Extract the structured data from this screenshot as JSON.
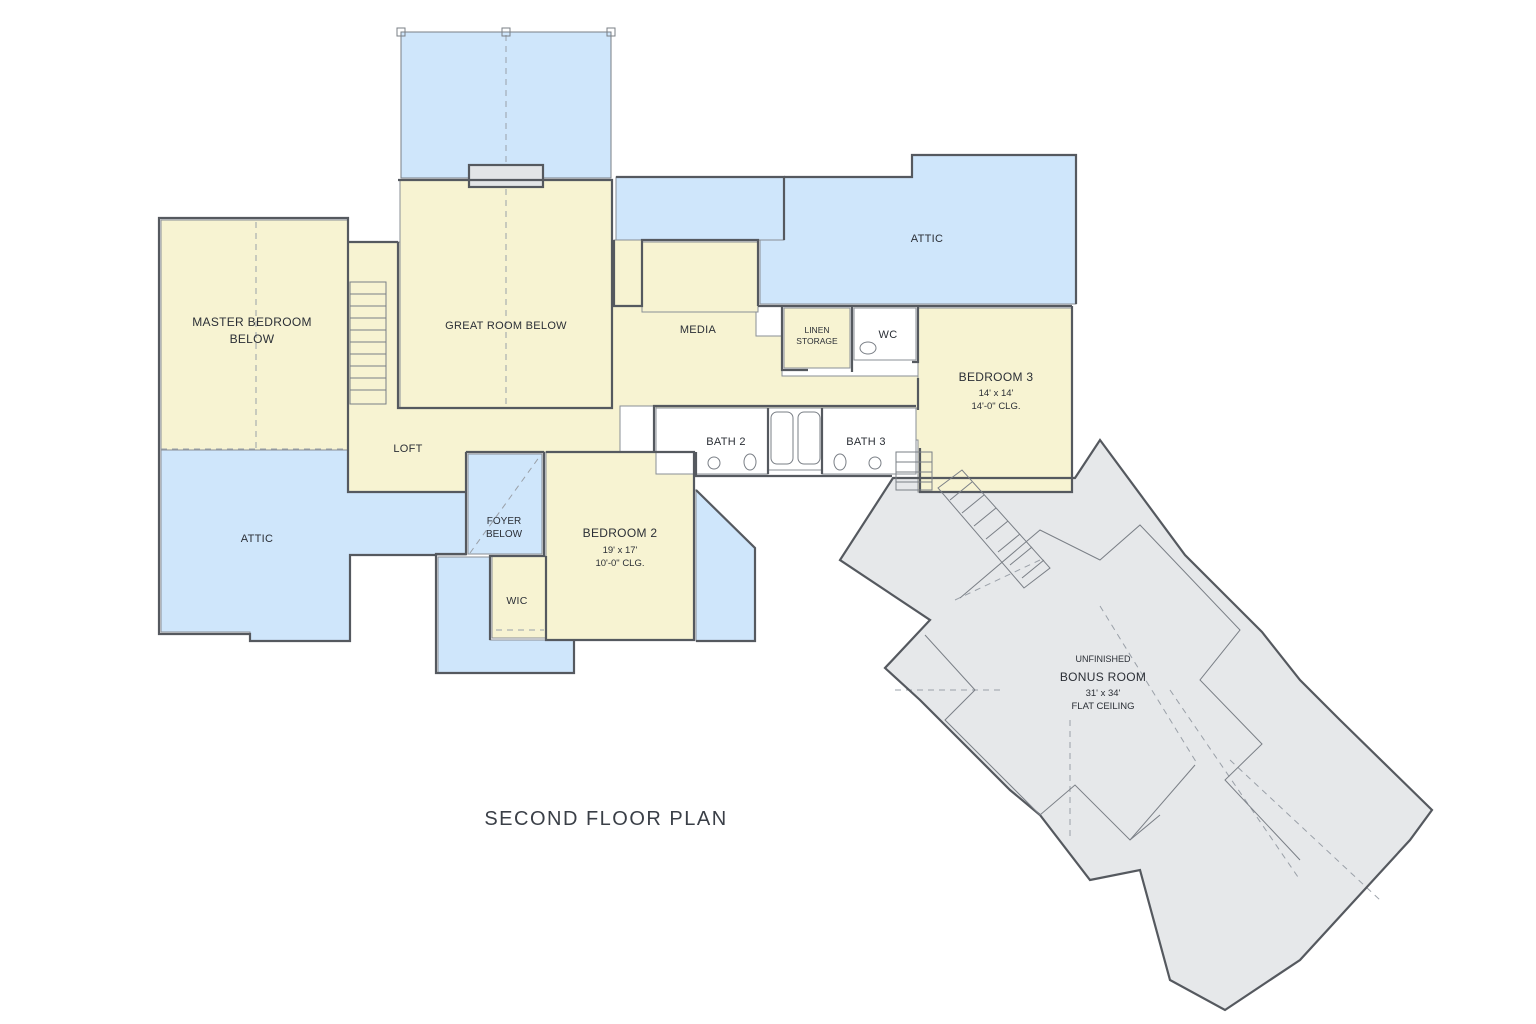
{
  "title": "SECOND FLOOR PLAN",
  "colors": {
    "living": "#f7f3d2",
    "attic": "#cfe6fb",
    "unfinished": "#e6e8ea",
    "wall": "#55595f",
    "tile": "#ffffff"
  },
  "rooms": {
    "master_bedroom_below": {
      "line1": "MASTER BEDROOM",
      "line2": "BELOW"
    },
    "great_room_below": {
      "name": "GREAT ROOM BELOW"
    },
    "media": {
      "name": "MEDIA"
    },
    "linen_storage": {
      "line1": "LINEN",
      "line2": "STORAGE"
    },
    "wc": {
      "name": "WC"
    },
    "attic_top": {
      "name": "ATTIC"
    },
    "bedroom_3": {
      "name": "BEDROOM 3",
      "size": "14' x 14'",
      "ceiling": "14'-0\" CLG."
    },
    "loft": {
      "name": "LOFT"
    },
    "bath_2": {
      "name": "BATH 2"
    },
    "bath_3": {
      "name": "BATH 3"
    },
    "attic_left": {
      "name": "ATTIC"
    },
    "foyer_below": {
      "line1": "FOYER",
      "line2": "BELOW"
    },
    "bedroom_2": {
      "name": "BEDROOM 2",
      "size": "19' x 17'",
      "ceiling": "10'-0\" CLG."
    },
    "wic": {
      "name": "WIC"
    },
    "bonus_room": {
      "note": "UNFINISHED",
      "name": "BONUS ROOM",
      "size": "31' x 34'",
      "ceiling": "FLAT CEILING"
    }
  }
}
